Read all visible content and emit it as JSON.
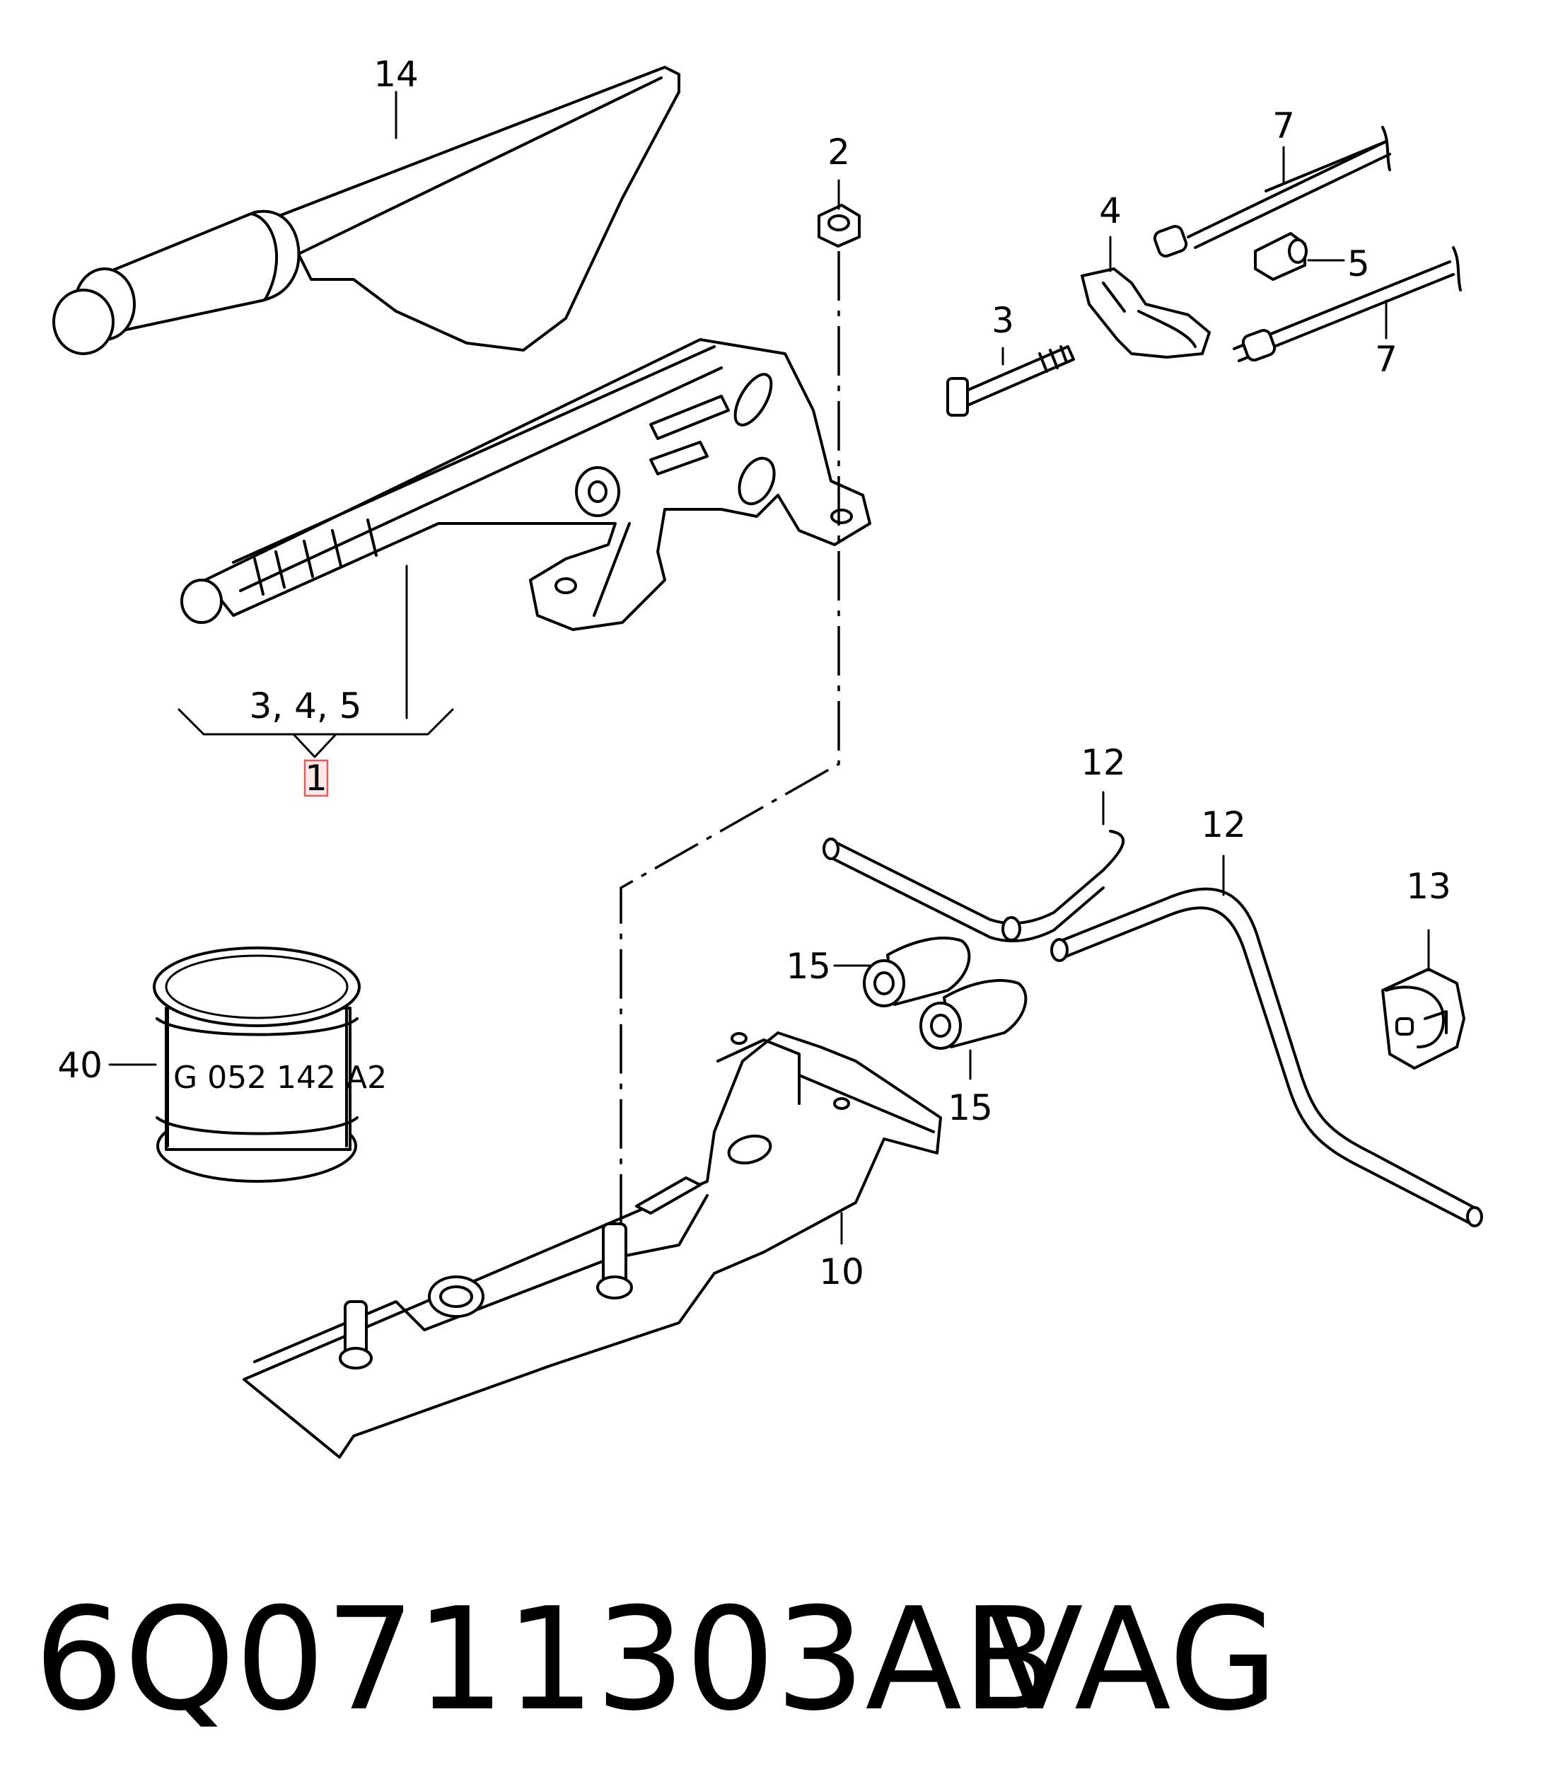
{
  "callouts": {
    "c1": "1",
    "c2": "2",
    "c3": "3",
    "c4": "4",
    "c5": "5",
    "c7a": "7",
    "c7b": "7",
    "c10": "10",
    "c12a": "12",
    "c12b": "12",
    "c13": "13",
    "c14": "14",
    "c15a": "15",
    "c15b": "15",
    "c40": "40",
    "group": "3, 4, 5"
  },
  "part_label": "G 052 142 A2",
  "footer": {
    "part_number": "6Q0711303AB",
    "brand": "VAG"
  },
  "colors": {
    "line": "#000000",
    "highlight_fill": "#fde8e8",
    "highlight_border": "#e45a5a"
  }
}
